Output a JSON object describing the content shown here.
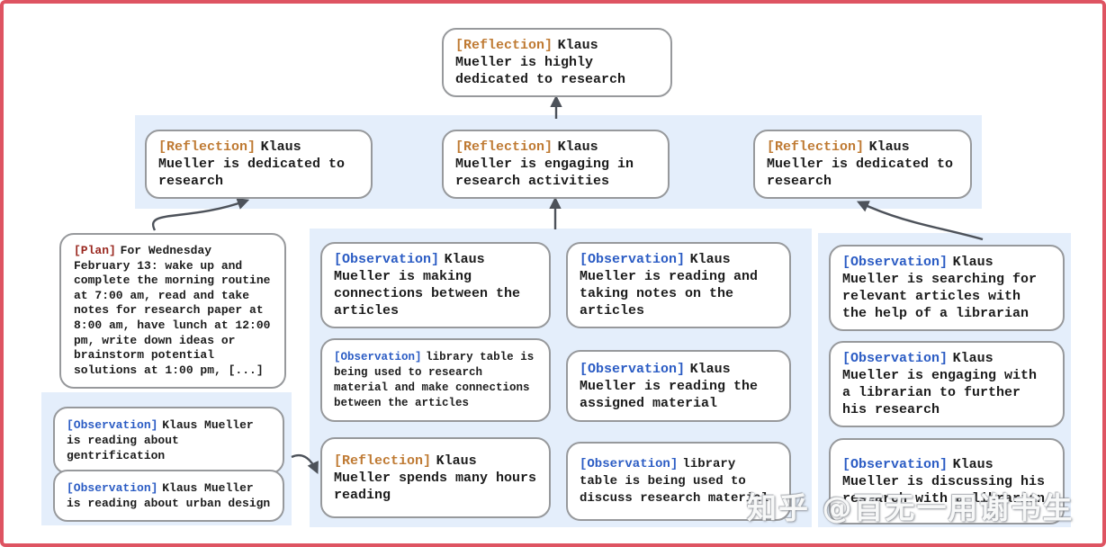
{
  "colors": {
    "frame": "#de5462",
    "band": "#e4eefb",
    "node_border": "#97999c",
    "arrow": "#4d525a",
    "text": "#1c1c1c",
    "reflection_tag": "#bf7a33",
    "observation_tag": "#2b5cc4",
    "plan_tag": "#9a2820"
  },
  "watermark": "知乎 @百无一用谢书生",
  "tree": {
    "root": {
      "tag": "[Reflection]",
      "text": "Klaus Mueller is highly dedicated to research"
    },
    "reflections_row": [
      {
        "tag": "[Reflection]",
        "text": "Klaus Mueller is dedicated to research"
      },
      {
        "tag": "[Reflection]",
        "text": "Klaus Mueller is engaging in research activities"
      },
      {
        "tag": "[Reflection]",
        "text": "Klaus Mueller is dedicated to research"
      }
    ],
    "plan": {
      "tag": "[Plan]",
      "text": "For Wednesday February 13: wake up and complete the morning routine at 7:00 am, read and take notes for research paper at 8:00 am, have lunch at 12:00 pm, write down ideas or brainstorm potential solutions at 1:00 pm, [...]"
    },
    "left_group": [
      {
        "tag": "[Observation]",
        "text": "Klaus Mueller is reading about gentrification"
      },
      {
        "tag": "[Observation]",
        "text": "Klaus Mueller is reading about urban design"
      }
    ],
    "middle_group_col1": [
      {
        "tag": "[Observation]",
        "text": "Klaus Mueller is making connections between the articles"
      },
      {
        "tag": "[Observation]",
        "text": "library table is being used to research material and make connections between the articles"
      },
      {
        "tag": "[Reflection]",
        "text": "Klaus Mueller spends many hours reading"
      }
    ],
    "middle_group_col2": [
      {
        "tag": "[Observation]",
        "text": "Klaus Mueller is reading and taking notes on the articles"
      },
      {
        "tag": "[Observation]",
        "text": "Klaus Mueller is reading the assigned material"
      },
      {
        "tag": "[Observation]",
        "text": "library table is being used to discuss research material"
      }
    ],
    "right_group": [
      {
        "tag": "[Observation]",
        "text": "Klaus Mueller is searching for relevant articles with the help of a librarian"
      },
      {
        "tag": "[Observation]",
        "text": "Klaus Mueller is engaging with a librarian to further his research"
      },
      {
        "tag": "[Observation]",
        "text": "Klaus Mueller is discussing his research with a librarian"
      }
    ]
  }
}
